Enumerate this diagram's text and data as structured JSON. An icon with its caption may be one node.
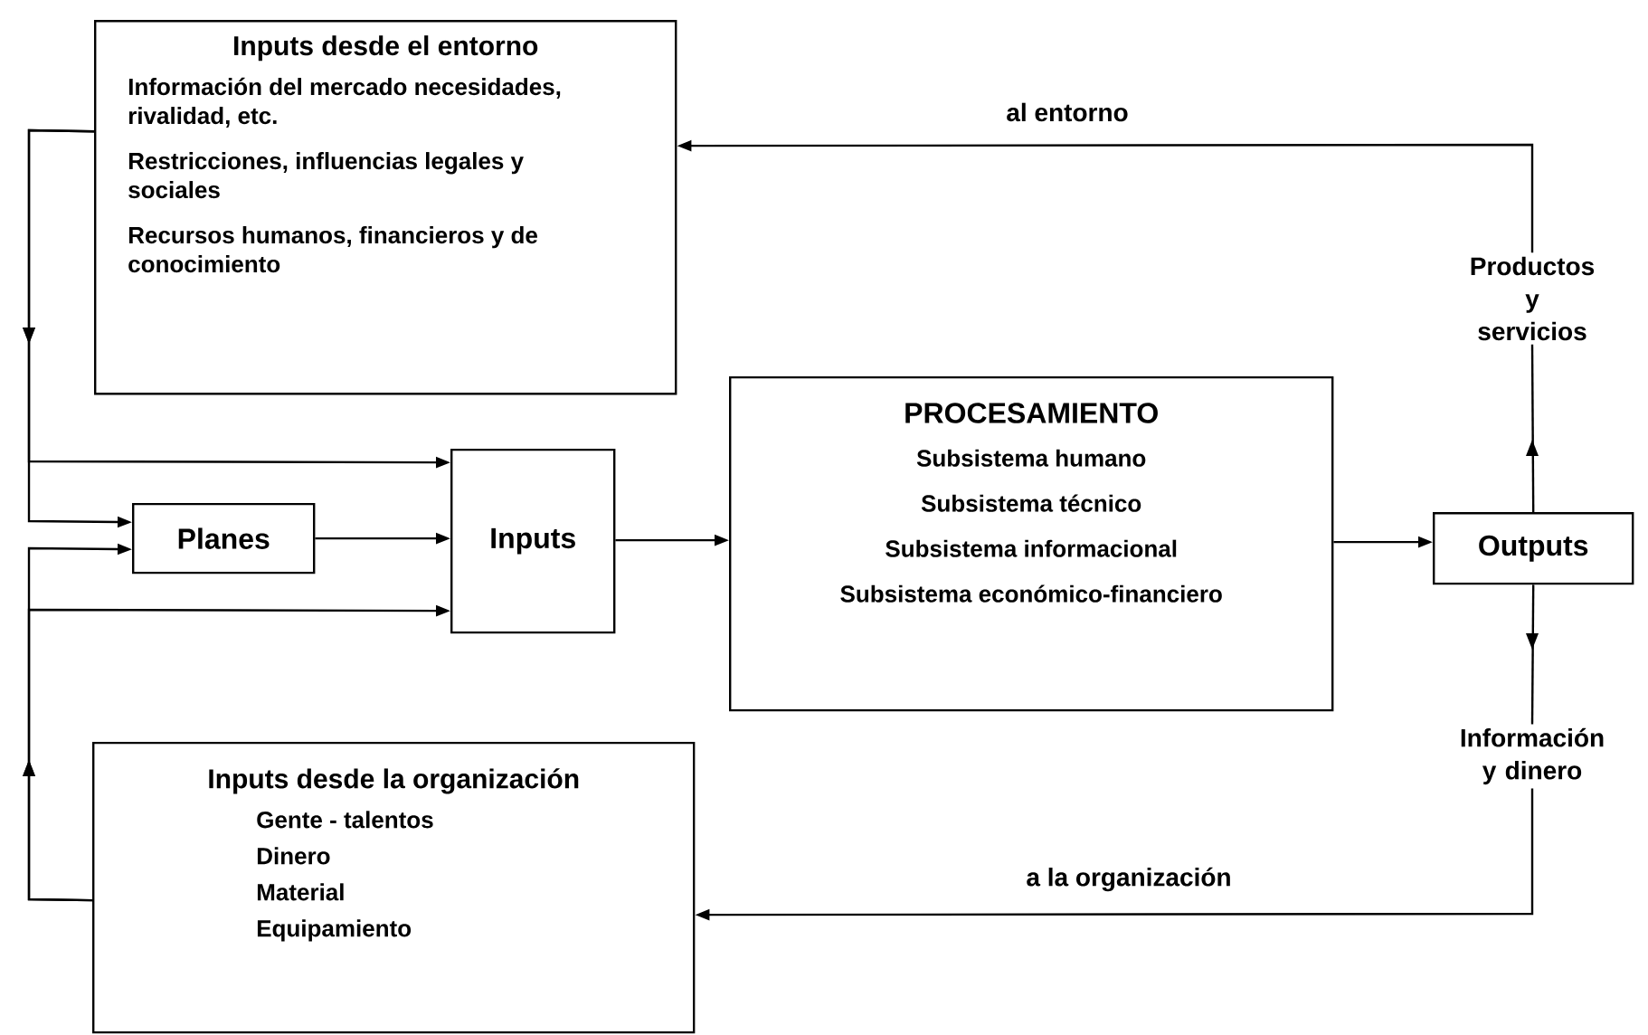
{
  "diagram": {
    "nodes": [
      {
        "text": [
          "Inputs desde el entorno",
          "Información del mercado necesidades, rivalidad, etc.",
          "Restricciones, influencias legales y sociales",
          "Recursos humanos, financieros y de conocimiento"
        ]
      },
      {
        "text": [
          "Planes"
        ]
      },
      {
        "text": [
          "Inputs"
        ]
      },
      {
        "text": [
          "PROCESAMIENTO",
          "Subsistema humano",
          "Subsistema técnico",
          "Subsistema informacional",
          "Subsistema económico-financiero"
        ]
      },
      {
        "text": [
          "Outputs"
        ]
      },
      {
        "text": [
          "Productos y servicios"
        ]
      },
      {
        "text": [
          "Información y dinero"
        ]
      },
      {
        "text": [
          "Inputs desde la organización",
          "Gente - talentos",
          "Dinero",
          "Material",
          "Equipamiento"
        ]
      }
    ],
    "edges": [
      {
        "from": 0,
        "to": 2,
        "arrow": "to"
      },
      {
        "from": 0,
        "to": 1,
        "arrow": "to"
      },
      {
        "from": 7,
        "to": 1,
        "arrow": "to"
      },
      {
        "from": 7,
        "to": 2,
        "arrow": "to"
      },
      {
        "from": 1,
        "to": 2,
        "arrow": "to"
      },
      {
        "from": 2,
        "to": 3,
        "arrow": "to"
      },
      {
        "from": 3,
        "to": 4,
        "arrow": "to"
      },
      {
        "from": 4,
        "to": 5,
        "arrow": "to"
      },
      {
        "from": 5,
        "to": 0,
        "arrow": "to",
        "label": "al entorno"
      },
      {
        "from": 4,
        "to": 6,
        "arrow": "to"
      },
      {
        "from": 6,
        "to": 7,
        "arrow": "to",
        "label": "a la organización"
      }
    ]
  }
}
